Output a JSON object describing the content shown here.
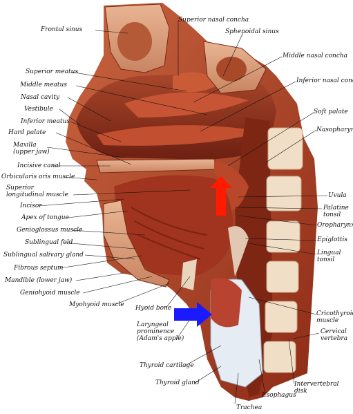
{
  "labels": {
    "frontal_sinus": "Frontal sinus",
    "superior_nasal_concha": "Superior nasal concha",
    "sphenoidal_sinus": "Sphenoidal sinus",
    "middle_nasal_concha": "Middle nasal concha",
    "inferior_nasal_concha": "Inferior nasal concha",
    "superior_meatus": "Superior meatus",
    "middle_meatus": "Middle meatus",
    "nasal_cavity": "Nasal cavity",
    "vestibule": "Vestibule",
    "inferior_meatus": "Inferior meatus",
    "hard_palate": "Hard palate",
    "maxilla": "Maxilla",
    "maxilla_sub": "(upper jaw)",
    "incisive_canal": "Incisive canal",
    "orbicularis_oris": "Orbicularis oris muscle",
    "superior_longitudinal_1": "Superior",
    "superior_longitudinal_2": "longitudinal muscle",
    "incisor": "Incisor",
    "apex_of_tongue": "Apex of tongue",
    "genioglossus": "Genioglossus muscle",
    "sublingual_fold": "Sublingual fold",
    "sublingual_gland": "Sublingual salivary gland",
    "fibrous_septum": "Fibrous septum",
    "mandible": "Mandible (lower jaw)",
    "geniohyoid": "Geniohyoid muscle",
    "mylohyoid": "Myohyoid muscle",
    "hyoid_bone": "Hyoid bone",
    "laryngeal_1": "Laryngeal",
    "laryngeal_2": "prominence",
    "laryngeal_3": "(Adam's apple)",
    "thyroid_cartilage": "Thyroid cartilage",
    "thyroid_gland": "Thyroid gland",
    "trachea": "Trachea",
    "esophagus": "Esophagus",
    "intervertebral_1": "Intervertebral",
    "intervertebral_2": "disk",
    "cervical_1": "Cervical",
    "cervical_2": "vertebra",
    "cricothyroid_1": "Cricothyroid",
    "cricothyroid_2": "muscle",
    "lingual_1": "Lingual",
    "lingual_2": "tonsil",
    "epiglottis": "Epiglottis",
    "oropharynx": "Oropharynx",
    "palatine_1": "Palatine",
    "palatine_2": "tonsil",
    "uvula": "Uvula",
    "nasopharynx": "Nasopharynx",
    "soft_palate": "Soft palate"
  },
  "markers": {
    "up_arrow_color": "#ff1a00",
    "right_arrow_color": "#1a1aff"
  },
  "colors": {
    "tissue": "#b84a2c",
    "muscle": "#9a2f1c",
    "bone": "#d89a78",
    "vertebra": "#f4e3cf",
    "cartilage": "#e6ecf4",
    "cavity": "#6b1e12"
  }
}
